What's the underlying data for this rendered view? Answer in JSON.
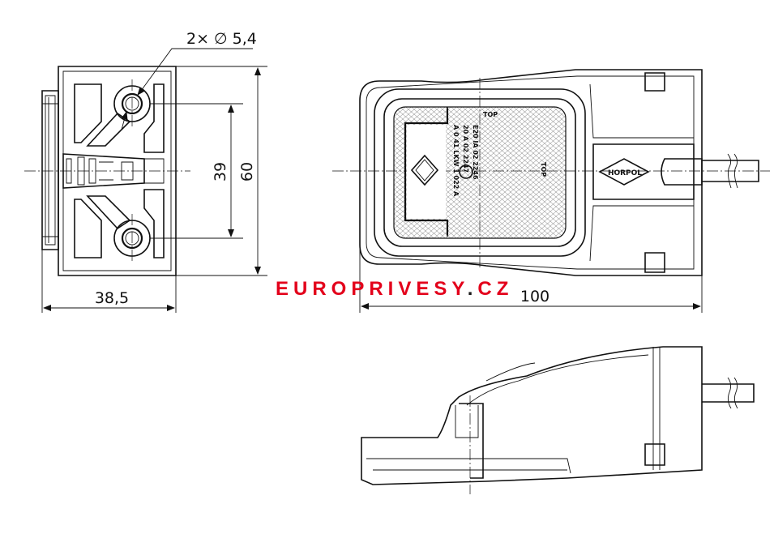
{
  "dimensions": {
    "hole_diameter": "2× ∅ 5,4",
    "hole_spacing": "39",
    "height": "60",
    "width": "38,5",
    "length": "100"
  },
  "watermark": {
    "part_red": "EURO",
    "part_dark": "PRIVESY",
    "part_dot": ".",
    "part_tld": "CZ",
    "red_color": "#e3001b",
    "dark_color": "#1a1a1a"
  },
  "marking": {
    "brand": "HORPOL",
    "top_label": "TOP",
    "certification": "E20 IA 02 2246",
    "approval": "20 A 02 2247",
    "model": "A 0 41 LKW 1 022 A",
    "logo_text": "HORPOL"
  },
  "colors": {
    "line": "#111111",
    "background": "#ffffff"
  }
}
